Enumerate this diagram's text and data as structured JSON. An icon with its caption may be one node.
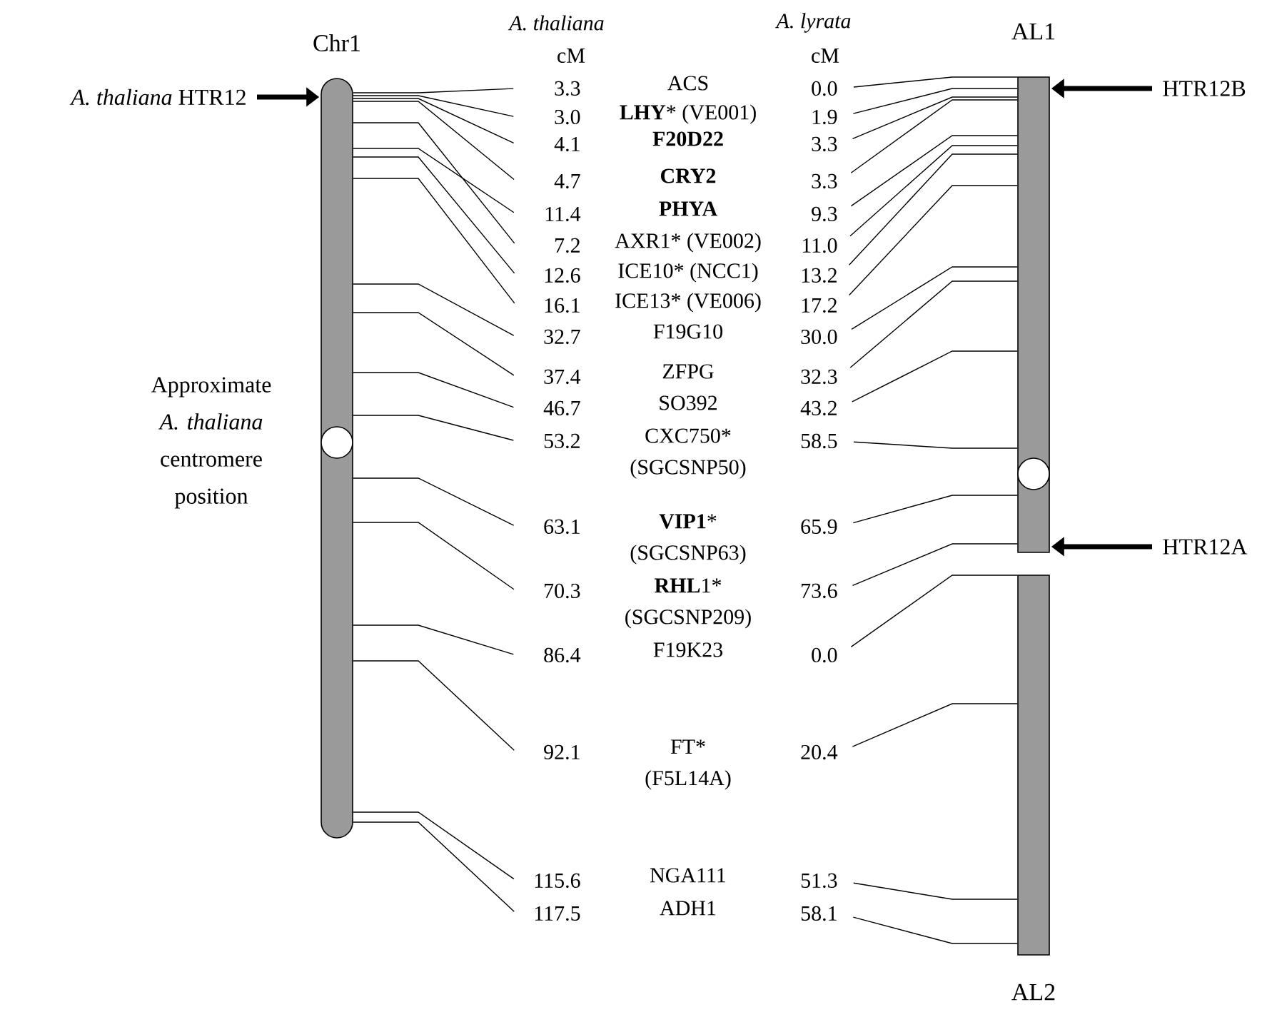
{
  "diagram": {
    "nodes": [
      {
        "text": [
          "Chr1"
        ]
      },
      {
        "text": [
          "AL1"
        ]
      },
      {
        "text": [
          "*A. thaliana* HTR12"
        ]
      },
      {
        "text": [
          "HTR12B"
        ]
      },
      {
        "text": [
          "3.3"
        ]
      },
      {
        "text": [
          "0.0"
        ]
      },
      {
        "text": [
          "3.0"
        ]
      },
      {
        "text": [
          "1.9"
        ]
      },
      {
        "text": [
          "4.1"
        ]
      },
      {
        "text": [
          "3.3"
        ]
      },
      {
        "text": [
          "4.7"
        ]
      },
      {
        "text": [
          "3.3"
        ]
      },
      {
        "text": [
          "11.4"
        ]
      },
      {
        "text": [
          "9.3"
        ]
      },
      {
        "text": [
          "7.2"
        ]
      },
      {
        "text": [
          "11.0"
        ]
      },
      {
        "text": [
          "12.6"
        ]
      },
      {
        "text": [
          "13.2"
        ]
      },
      {
        "text": [
          "16.1"
        ]
      },
      {
        "text": [
          "17.2"
        ]
      },
      {
        "text": [
          "32.7"
        ]
      },
      {
        "text": [
          "30.0"
        ]
      },
      {
        "text": [
          "37.4"
        ]
      },
      {
        "text": [
          "32.3"
        ]
      },
      {
        "text": [
          "46.7"
        ]
      },
      {
        "text": [
          "43.2"
        ]
      },
      {
        "text": [
          "53.2"
        ]
      },
      {
        "text": [
          "58.5"
        ]
      },
      {
        "text": [
          "63.1"
        ]
      },
      {
        "text": [
          "65.9"
        ]
      },
      {
        "text": [
          "70.3"
        ]
      },
      {
        "text": [
          "73.6"
        ]
      },
      {
        "text": [
          "86.4"
        ]
      },
      {
        "text": [
          "0.0"
        ]
      },
      {
        "text": [
          "92.1"
        ]
      },
      {
        "text": [
          "20.4"
        ]
      },
      {
        "text": [
          "115.6"
        ]
      },
      {
        "text": [
          "51.3"
        ]
      },
      {
        "text": [
          "117.5"
        ]
      },
      {
        "text": [
          "58.1"
        ]
      },
      {
        "text": [
          "HTR12A"
        ]
      },
      {
        "text": [
          "AL2"
        ]
      }
    ],
    "edges": [
      {
        "from": 2,
        "to": 0,
        "arrow": "to",
        "style": "thick"
      },
      {
        "from": 3,
        "to": 1,
        "arrow": "to",
        "style": "thick"
      },
      {
        "from": 0,
        "to": 4,
        "arrow": "none"
      },
      {
        "from": 5,
        "to": 1,
        "arrow": "none"
      },
      {
        "from": 0,
        "to": 6,
        "arrow": "none"
      },
      {
        "from": 7,
        "to": 1,
        "arrow": "none"
      },
      {
        "from": 0,
        "to": 8,
        "arrow": "none"
      },
      {
        "from": 9,
        "to": 1,
        "arrow": "none"
      },
      {
        "from": 0,
        "to": 10,
        "arrow": "none"
      },
      {
        "from": 11,
        "to": 1,
        "arrow": "none"
      },
      {
        "from": 0,
        "to": 12,
        "arrow": "none"
      },
      {
        "from": 13,
        "to": 1,
        "arrow": "none"
      },
      {
        "from": 0,
        "to": 14,
        "arrow": "none"
      },
      {
        "from": 15,
        "to": 1,
        "arrow": "none"
      },
      {
        "from": 0,
        "to": 16,
        "arrow": "none"
      },
      {
        "from": 17,
        "to": 1,
        "arrow": "none"
      },
      {
        "from": 0,
        "to": 18,
        "arrow": "none"
      },
      {
        "from": 19,
        "to": 1,
        "arrow": "none"
      },
      {
        "from": 0,
        "to": 20,
        "arrow": "none"
      },
      {
        "from": 21,
        "to": 1,
        "arrow": "none"
      },
      {
        "from": 0,
        "to": 22,
        "arrow": "none"
      },
      {
        "from": 23,
        "to": 1,
        "arrow": "none"
      },
      {
        "from": 0,
        "to": 24,
        "arrow": "none"
      },
      {
        "from": 25,
        "to": 1,
        "arrow": "none"
      },
      {
        "from": 0,
        "to": 26,
        "arrow": "none"
      },
      {
        "from": 27,
        "to": 1,
        "arrow": "none"
      },
      {
        "from": 0,
        "to": 28,
        "arrow": "none"
      },
      {
        "from": 29,
        "to": 1,
        "arrow": "none"
      },
      {
        "from": 0,
        "to": 30,
        "arrow": "none"
      },
      {
        "from": 31,
        "to": 1,
        "arrow": "none"
      },
      {
        "from": 0,
        "to": 32,
        "arrow": "none"
      },
      {
        "from": 33,
        "to": 41,
        "arrow": "none"
      },
      {
        "from": 0,
        "to": 34,
        "arrow": "none"
      },
      {
        "from": 35,
        "to": 41,
        "arrow": "none"
      },
      {
        "from": 0,
        "to": 36,
        "arrow": "none"
      },
      {
        "from": 37,
        "to": 41,
        "arrow": "none"
      },
      {
        "from": 0,
        "to": 38,
        "arrow": "none"
      },
      {
        "from": 39,
        "to": 41,
        "arrow": "none"
      },
      {
        "from": 40,
        "to": 1,
        "arrow": "to",
        "style": "thick"
      }
    ],
    "labels": [
      "A. thaliana",
      "cM",
      "A. lyrata",
      "cM",
      "ACS",
      "**LHY*** (VE001)",
      "F20D22",
      "CRY2",
      "PHYA",
      "AXR1* (VE002)",
      "ICE10* (NCC1)",
      "ICE13* (VE006)",
      "F19G10",
      "ZFPG",
      "SO392",
      "CXC750* (SGCSNP50)",
      "**VIP1*** (SGCSNP63)",
      "**RHL**1* (SGCSNP209)",
      "F19K23",
      "FT* (F5L14A)",
      "NGA111",
      "ADH1",
      "Approximate *A. thaliana* centromere position"
    ]
  }
}
